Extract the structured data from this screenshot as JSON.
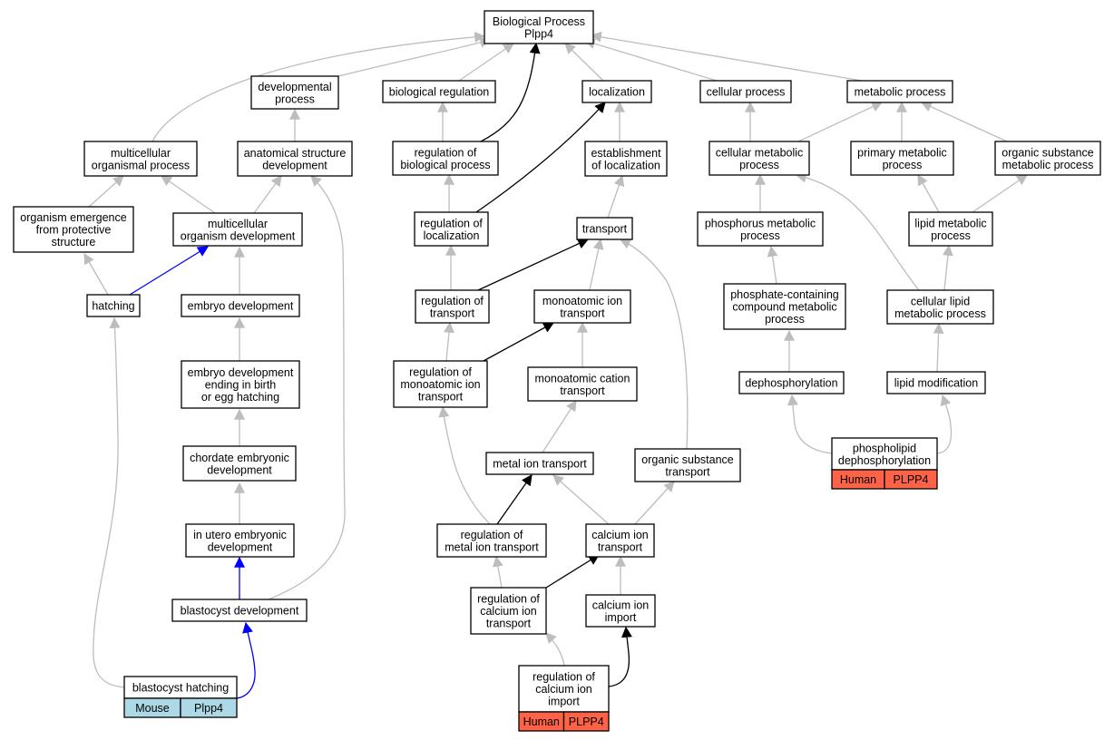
{
  "colors": {
    "edge_default": "#bdbdbd",
    "edge_black": "#000000",
    "edge_blue": "#0000ff",
    "mouse_fill": "#add8e6",
    "human_fill": "#ff6347"
  },
  "nodes": {
    "root": [
      "Biological Process",
      "Plpp4"
    ],
    "developmental_process": [
      "developmental",
      "process"
    ],
    "biological_regulation": [
      "biological regulation"
    ],
    "localization": [
      "localization"
    ],
    "cellular_process": [
      "cellular process"
    ],
    "metabolic_process": [
      "metabolic process"
    ],
    "multicellular_organismal_process": [
      "multicellular",
      "organismal process"
    ],
    "anatomical_structure_development": [
      "anatomical structure",
      "development"
    ],
    "regulation_of_biological_process": [
      "regulation of",
      "biological process"
    ],
    "establishment_of_localization": [
      "establishment",
      "of localization"
    ],
    "cellular_metabolic_process": [
      "cellular metabolic",
      "process"
    ],
    "primary_metabolic_process": [
      "primary metabolic",
      "process"
    ],
    "organic_substance_metabolic_process": [
      "organic substance",
      "metabolic process"
    ],
    "organism_emergence": [
      "organism emergence",
      "from protective",
      "structure"
    ],
    "multicellular_organism_development": [
      "multicellular",
      "organism development"
    ],
    "regulation_of_localization": [
      "regulation of",
      "localization"
    ],
    "transport": [
      "transport"
    ],
    "phosphorus_metabolic_process": [
      "phosphorus metabolic",
      "process"
    ],
    "lipid_metabolic_process": [
      "lipid metabolic",
      "process"
    ],
    "hatching": [
      "hatching"
    ],
    "embryo_development": [
      "embryo development"
    ],
    "regulation_of_transport": [
      "regulation of",
      "transport"
    ],
    "monoatomic_ion_transport": [
      "monoatomic ion",
      "transport"
    ],
    "phosphate_containing": [
      "phosphate-containing",
      "compound metabolic",
      "process"
    ],
    "cellular_lipid_metabolic_process": [
      "cellular lipid",
      "metabolic process"
    ],
    "embryo_development_ending": [
      "embryo development",
      "ending in birth",
      "or egg hatching"
    ],
    "regulation_of_monoatomic_ion_transport": [
      "regulation of",
      "monoatomic ion",
      "transport"
    ],
    "monoatomic_cation_transport": [
      "monoatomic cation",
      "transport"
    ],
    "dephosphorylation": [
      "dephosphorylation"
    ],
    "lipid_modification": [
      "lipid modification"
    ],
    "chordate_embryonic_development": [
      "chordate embryonic",
      "development"
    ],
    "metal_ion_transport": [
      "metal ion transport"
    ],
    "organic_substance_transport": [
      "organic substance",
      "transport"
    ],
    "phospholipid_dephosphorylation": [
      "phospholipid",
      "dephosphorylation"
    ],
    "in_utero_embryonic_development": [
      "in utero embryonic",
      "development"
    ],
    "regulation_of_metal_ion_transport": [
      "regulation of",
      "metal ion transport"
    ],
    "calcium_ion_transport": [
      "calcium ion",
      "transport"
    ],
    "blastocyst_development": [
      "blastocyst development"
    ],
    "regulation_of_calcium_ion_transport": [
      "regulation of",
      "calcium ion",
      "transport"
    ],
    "calcium_ion_import": [
      "calcium ion",
      "import"
    ],
    "blastocyst_hatching": [
      "blastocyst hatching"
    ],
    "regulation_of_calcium_ion_import": [
      "regulation of",
      "calcium ion",
      "import"
    ]
  },
  "annotations": {
    "blastocyst_hatching": [
      "Mouse",
      "Plpp4"
    ],
    "phospholipid_dephosphorylation": [
      "Human",
      "PLPP4"
    ],
    "regulation_of_calcium_ion_import": [
      "Human",
      "PLPP4"
    ]
  }
}
